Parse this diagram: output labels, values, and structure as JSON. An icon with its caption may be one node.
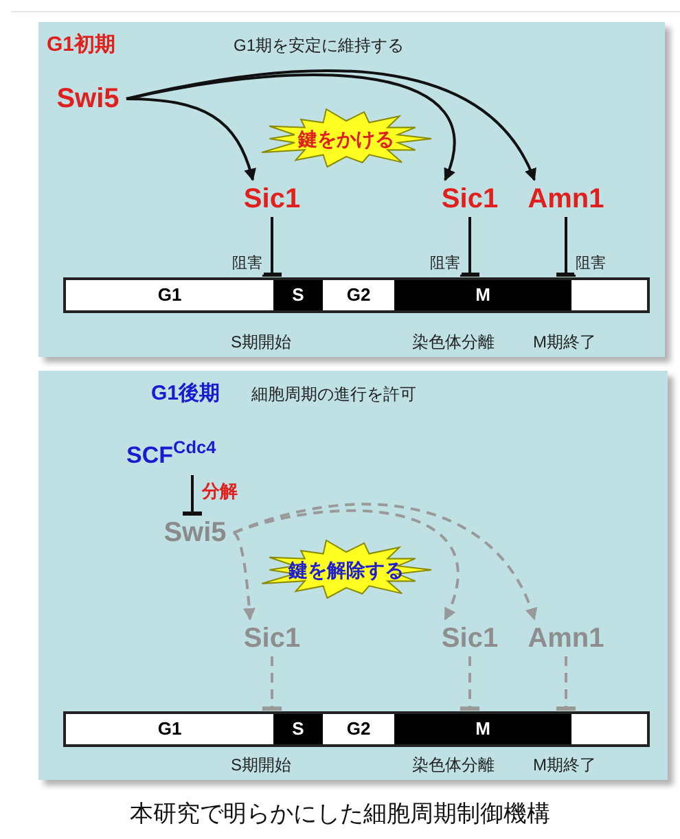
{
  "diagram": {
    "caption": "本研究で明らかにした細胞周期制御機構",
    "nodes": [
      {
        "text": [
          "G1初期",
          "G1期を安定に維持する"
        ]
      },
      {
        "text": [
          "Swi5"
        ],
        "in": 0
      },
      {
        "text": [
          "鍵をかける"
        ],
        "in": 0
      },
      {
        "text": [
          "Sic1"
        ],
        "in": 0
      },
      {
        "text": [
          "Sic1"
        ],
        "in": 0
      },
      {
        "text": [
          "Amn1"
        ],
        "in": 0
      },
      {
        "text": [
          "G1"
        ],
        "in": 0
      },
      {
        "text": [
          "S"
        ],
        "in": 0
      },
      {
        "text": [
          "G2"
        ],
        "in": 0
      },
      {
        "text": [
          "M"
        ],
        "in": 0
      },
      {
        "text": [],
        "shape": "bar",
        "in": 0
      },
      {
        "text": [
          "G1後期",
          "細胞周期の進行を許可"
        ]
      },
      {
        "text": [
          "SCF$^{Cdc4}$"
        ],
        "in": 11
      },
      {
        "text": [
          "Swi5"
        ],
        "in": 11
      },
      {
        "text": [
          "鍵を解除する"
        ],
        "in": 11
      },
      {
        "text": [
          "Sic1"
        ],
        "in": 11
      },
      {
        "text": [
          "Sic1"
        ],
        "in": 11
      },
      {
        "text": [
          "Amn1"
        ],
        "in": 11
      },
      {
        "text": [
          "G1"
        ],
        "in": 11
      },
      {
        "text": [
          "S"
        ],
        "in": 11
      },
      {
        "text": [
          "G2"
        ],
        "in": 11
      },
      {
        "text": [
          "M"
        ],
        "in": 11
      },
      {
        "text": [],
        "shape": "bar",
        "in": 11
      }
    ],
    "edges": [
      {
        "from": 1,
        "to": 3,
        "arrow": "to"
      },
      {
        "from": 1,
        "to": 4,
        "arrow": "to"
      },
      {
        "from": 1,
        "to": 5,
        "arrow": "to"
      },
      {
        "from": 3,
        "to": 7,
        "arrow": "other",
        "label": "阻害"
      },
      {
        "from": 4,
        "to": 9,
        "arrow": "other",
        "label": "阻害"
      },
      {
        "from": 5,
        "to": 9,
        "arrow": "other",
        "label": "阻害"
      },
      {
        "from": 12,
        "to": 13,
        "arrow": "other",
        "label": "分解"
      },
      {
        "from": 13,
        "to": 15,
        "arrow": "to",
        "style": "dashed",
        "color": "#999999"
      },
      {
        "from": 13,
        "to": 16,
        "arrow": "to",
        "style": "dashed",
        "color": "#999999"
      },
      {
        "from": 13,
        "to": 17,
        "arrow": "to",
        "style": "dashed",
        "color": "#999999"
      },
      {
        "from": 15,
        "to": 19,
        "arrow": "other",
        "style": "dashed",
        "color": "#999999"
      },
      {
        "from": 16,
        "to": 21,
        "arrow": "other",
        "style": "dashed",
        "color": "#999999"
      },
      {
        "from": 17,
        "to": 21,
        "arrow": "other",
        "style": "dashed",
        "color": "#999999"
      }
    ],
    "labels": [
      "S期開始",
      "染色体分離",
      "M期終了",
      "S期開始",
      "染色体分離",
      "M期終了"
    ]
  }
}
